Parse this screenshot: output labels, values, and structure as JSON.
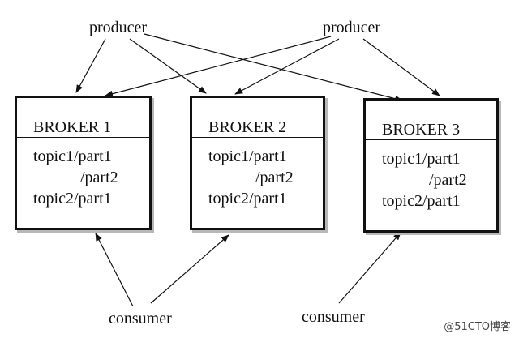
{
  "producers": [
    {
      "label": "producer"
    },
    {
      "label": "producer"
    }
  ],
  "consumers": [
    {
      "label": "consumer"
    },
    {
      "label": "consumer"
    }
  ],
  "brokers": [
    {
      "title": "BROKER 1",
      "lines": [
        "topic1/part1",
        "/part2",
        "topic2/part1"
      ]
    },
    {
      "title": "BROKER 2",
      "lines": [
        "topic1/part1",
        "/part2",
        "topic2/part1"
      ]
    },
    {
      "title": "BROKER 3",
      "lines": [
        "topic1/part1",
        "/part2",
        "topic2/part1"
      ]
    }
  ],
  "watermark": "@51CTO博客"
}
